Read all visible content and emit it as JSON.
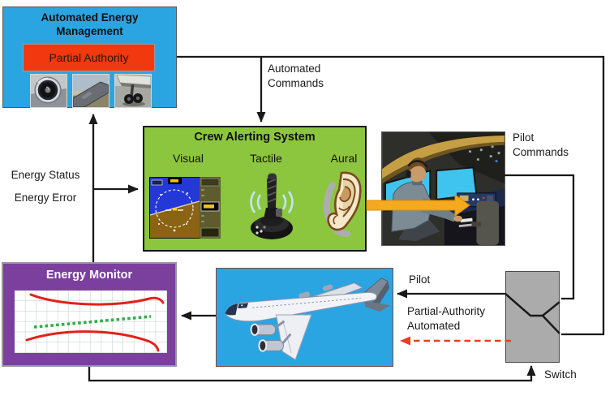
{
  "colors": {
    "box_blue": "#2BA5E2",
    "box_green": "#8CC63F",
    "box_purple": "#7B3F9E",
    "switch_gray": "#ABABAB",
    "alert_red": "#F1380F",
    "connector_black": "#1a1a1a",
    "dashed_red": "#E8401C",
    "command_arrow_yellow": "#F5A91E",
    "plot_limit_red": "#E32119",
    "plot_trend_green": "#2FAF4A"
  },
  "nodes": {
    "automated_energy_management": {
      "title_line1": "Automated Energy",
      "title_line2": "Management",
      "mode_label": "Partial Authority",
      "photos": [
        "jet-engine-photo",
        "wing-photo",
        "landing-gear-photo"
      ]
    },
    "crew_alerting_system": {
      "title": "Crew Alerting System",
      "channels": [
        {
          "label": "Visual",
          "icon": "flight-display-icon"
        },
        {
          "label": "Tactile",
          "icon": "vibrating-joystick-icon"
        },
        {
          "label": "Aural",
          "icon": "ear-icon"
        }
      ]
    },
    "pilot": {
      "illustration": "pilot-in-cockpit"
    },
    "energy_monitor": {
      "title": "Energy Monitor",
      "plot": {
        "type": "line",
        "grid": true,
        "series": [
          {
            "name": "upper-energy-limit",
            "color": "#E32119",
            "style": "solid"
          },
          {
            "name": "energy-trend",
            "color": "#2FAF4A",
            "style": "dotted"
          },
          {
            "name": "lower-energy-limit",
            "color": "#E32119",
            "style": "solid"
          }
        ]
      }
    },
    "aircraft": {
      "illustration": "four-engine-jet"
    },
    "switch": {
      "label": "Switch",
      "symbol": "selector-switch"
    }
  },
  "edges": {
    "automated_commands": {
      "line1": "Automated",
      "line2": "Commands"
    },
    "pilot_commands": {
      "line1": "Pilot",
      "line2": "Commands"
    },
    "energy_status": "Energy Status",
    "energy_error": "Energy Error",
    "pilot_input": "Pilot",
    "partial_authority": {
      "line1": "Partial-Authority",
      "line2": "Automated"
    }
  }
}
